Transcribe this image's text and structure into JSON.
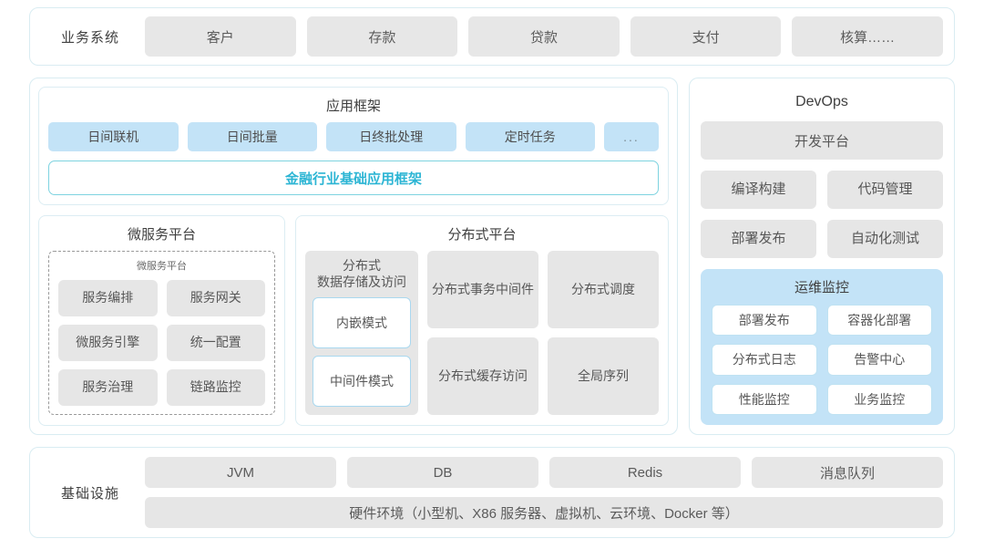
{
  "business": {
    "label": "业务系统",
    "items": [
      "客户",
      "存款",
      "贷款",
      "支付",
      "核算……"
    ]
  },
  "app_framework": {
    "title": "应用框架",
    "chips": [
      "日间联机",
      "日间批量",
      "日终批处理",
      "定时任务"
    ],
    "ellipsis": "...",
    "highlight": "金融行业基础应用框架"
  },
  "microservice": {
    "title": "微服务平台",
    "inner_title": "微服务平台",
    "items": [
      "服务编排",
      "服务网关",
      "微服务引擎",
      "统一配置",
      "服务治理",
      "链路监控"
    ]
  },
  "distributed": {
    "title": "分布式平台",
    "storage": {
      "title": "分布式\n数据存储及访问",
      "title_line1": "分布式",
      "title_line2": "数据存储及访问",
      "modes": [
        "内嵌模式",
        "中间件模式"
      ]
    },
    "col_b": [
      {
        "line1": "分布式",
        "line2": "事务中间件"
      },
      {
        "line1": "分布式",
        "line2": "缓存访问"
      }
    ],
    "col_c": [
      {
        "line1": "分布式调度",
        "line2": ""
      },
      {
        "line1": "全局序列",
        "line2": ""
      }
    ]
  },
  "devops": {
    "title": "DevOps",
    "platform": "开发平台",
    "items": [
      "编译构建",
      "代码管理",
      "部署发布",
      "自动化测试"
    ],
    "ops": {
      "title": "运维监控",
      "items": [
        "部署发布",
        "容器化部署",
        "分布式日志",
        "告警中心",
        "性能监控",
        "业务监控"
      ]
    }
  },
  "infrastructure": {
    "label": "基础设施",
    "items": [
      "JVM",
      "DB",
      "Redis",
      "消息队列"
    ],
    "hardware": "硬件环境（小型机、X86 服务器、虚拟机、云环境、Docker 等）"
  },
  "colors": {
    "panel_border": "#d9ecf2",
    "grey_chip": "#e6e6e6",
    "blue_chip": "#c3e3f7",
    "accent": "#2cb5d4",
    "mode_border": "#a9d8ef"
  }
}
